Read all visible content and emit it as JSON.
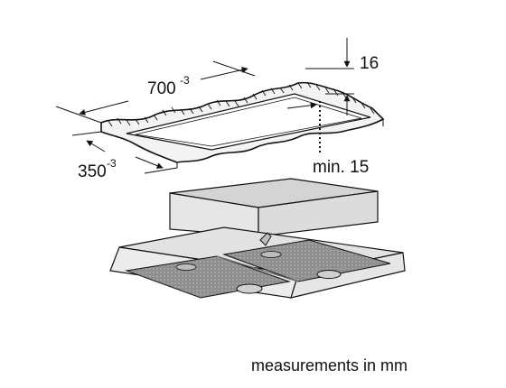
{
  "dimensions": {
    "length": {
      "value": "700",
      "tolerance": "-3"
    },
    "width": {
      "value": "350",
      "tolerance": "-3"
    },
    "thickness": {
      "value": "16"
    },
    "min_clearance": {
      "value": "min. 15"
    }
  },
  "note": "measurements in mm",
  "colors": {
    "line": "#111111",
    "panel_fill": "#f3f3f3",
    "cutout_fill": "#ffffff",
    "hood_top": "#d4d4d4",
    "hood_side": "#e6e6e6",
    "filter_fill": "#8e8e8e",
    "filter_dark": "#6f6f6f",
    "lamp_fill": "#d0d0d0"
  }
}
